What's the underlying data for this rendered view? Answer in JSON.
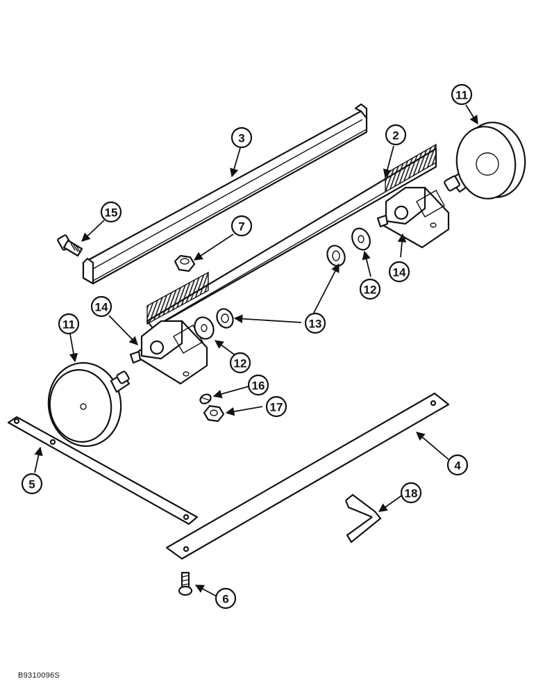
{
  "callouts": {
    "c11_top": "11",
    "c2": "2",
    "c3": "3",
    "c15": "15",
    "c7": "7",
    "c14_right": "14",
    "c12_right": "12",
    "c13": "13",
    "c11_left": "11",
    "c14_left": "14",
    "c12_left": "12",
    "c16": "16",
    "c17": "17",
    "c5": "5",
    "c4": "4",
    "c18": "18",
    "c6": "6"
  },
  "reference_code": "B9310096S",
  "colors": {
    "ink": "#111111",
    "paper": "#ffffff"
  }
}
